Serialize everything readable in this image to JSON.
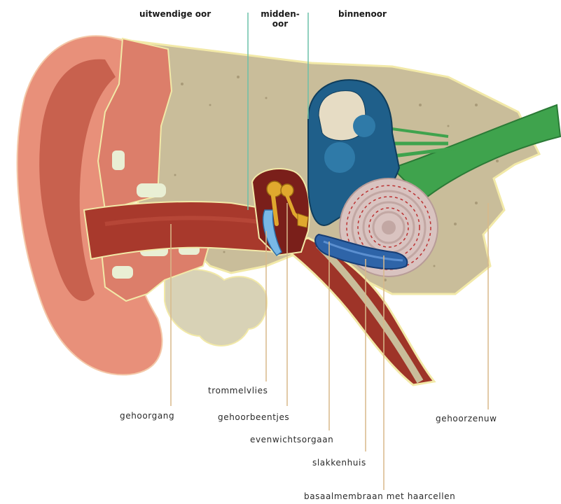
{
  "headings": {
    "outer_ear": "uitwendige oor",
    "middle_ear_line1": "midden-",
    "middle_ear_line2": "oor",
    "inner_ear": "binnenoor"
  },
  "labels": {
    "eardrum": "trommelvlies",
    "ear_canal": "gehoorgang",
    "ossicles": "gehoorbeentjes",
    "balance_organ": "evenwichtsorgaan",
    "auditory_nerve": "gehoorzenuw",
    "cochlea": "slakkenhuis",
    "basilar_membrane": "basaalmembraan met haarcellen"
  },
  "colors": {
    "skin": "#e8907a",
    "bone": "#c9bd9a",
    "canal": "#a8392c",
    "labyrinth": "#1f5f8a",
    "nerve": "#3fa34d",
    "cochlea": "#d9c3c0",
    "leader": "#d8b98a"
  }
}
